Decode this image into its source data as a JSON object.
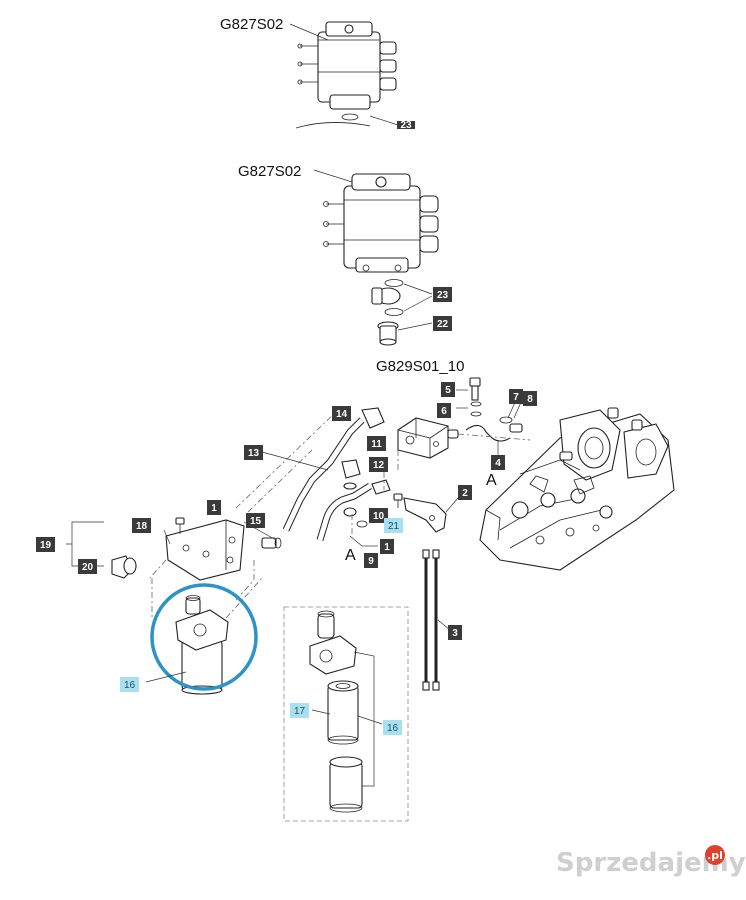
{
  "refs": {
    "top_valve": "G827S02",
    "main_valve": "G827S02",
    "valve_block": "G829S01_10"
  },
  "letters": {
    "a1": "A",
    "a2": "A"
  },
  "badges": [
    {
      "id": "b23",
      "label": "23"
    },
    {
      "id": "b22",
      "label": "22"
    },
    {
      "id": "b5",
      "label": "5"
    },
    {
      "id": "b7",
      "label": "7"
    },
    {
      "id": "b8",
      "label": "8"
    },
    {
      "id": "b6",
      "label": "6"
    },
    {
      "id": "b14",
      "label": "14"
    },
    {
      "id": "b11",
      "label": "11"
    },
    {
      "id": "b13",
      "label": "13"
    },
    {
      "id": "b12",
      "label": "12"
    },
    {
      "id": "b4",
      "label": "4"
    },
    {
      "id": "b1a",
      "label": "1"
    },
    {
      "id": "b2",
      "label": "2"
    },
    {
      "id": "b18",
      "label": "18"
    },
    {
      "id": "b15",
      "label": "15"
    },
    {
      "id": "b10",
      "label": "10"
    },
    {
      "id": "b21",
      "label": "21"
    },
    {
      "id": "b1b",
      "label": "1"
    },
    {
      "id": "b19",
      "label": "19"
    },
    {
      "id": "b20",
      "label": "20"
    },
    {
      "id": "b9",
      "label": "9"
    },
    {
      "id": "b3",
      "label": "3"
    },
    {
      "id": "b16a",
      "label": "16"
    },
    {
      "id": "b17",
      "label": "17"
    },
    {
      "id": "b16b",
      "label": "16"
    },
    {
      "id": "b23top",
      "label": "23"
    }
  ],
  "watermark": {
    "text": "Sprzedajemy",
    "badge": ".pl"
  },
  "colors": {
    "badge_dark": "#3a3a3a",
    "badge_cyan": "#a8e0ef",
    "highlight_circle": "#2b93c8"
  }
}
